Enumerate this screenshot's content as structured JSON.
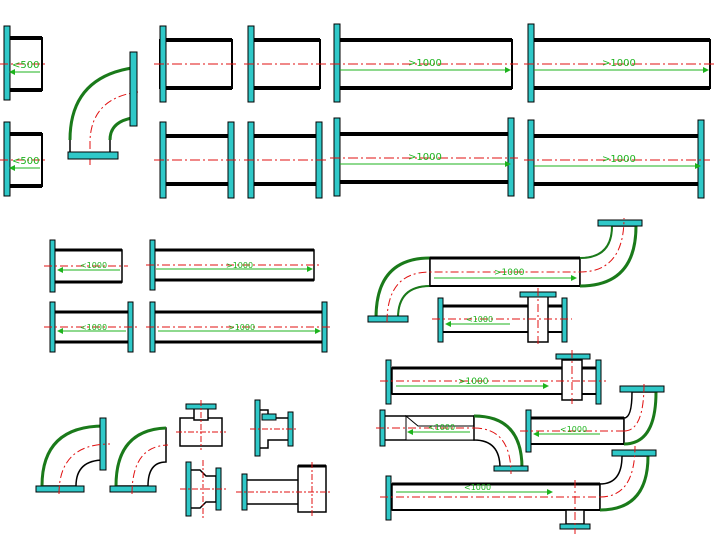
{
  "colors": {
    "outline": "#000000",
    "flange": "#2fc8c8",
    "centerline": "#e01010",
    "dimension": "#1db31d",
    "elbow_fill": "#ffffff"
  },
  "labels": {
    "lt500": "<500",
    "gt1000": ">1000",
    "lt1000": "<1000"
  }
}
